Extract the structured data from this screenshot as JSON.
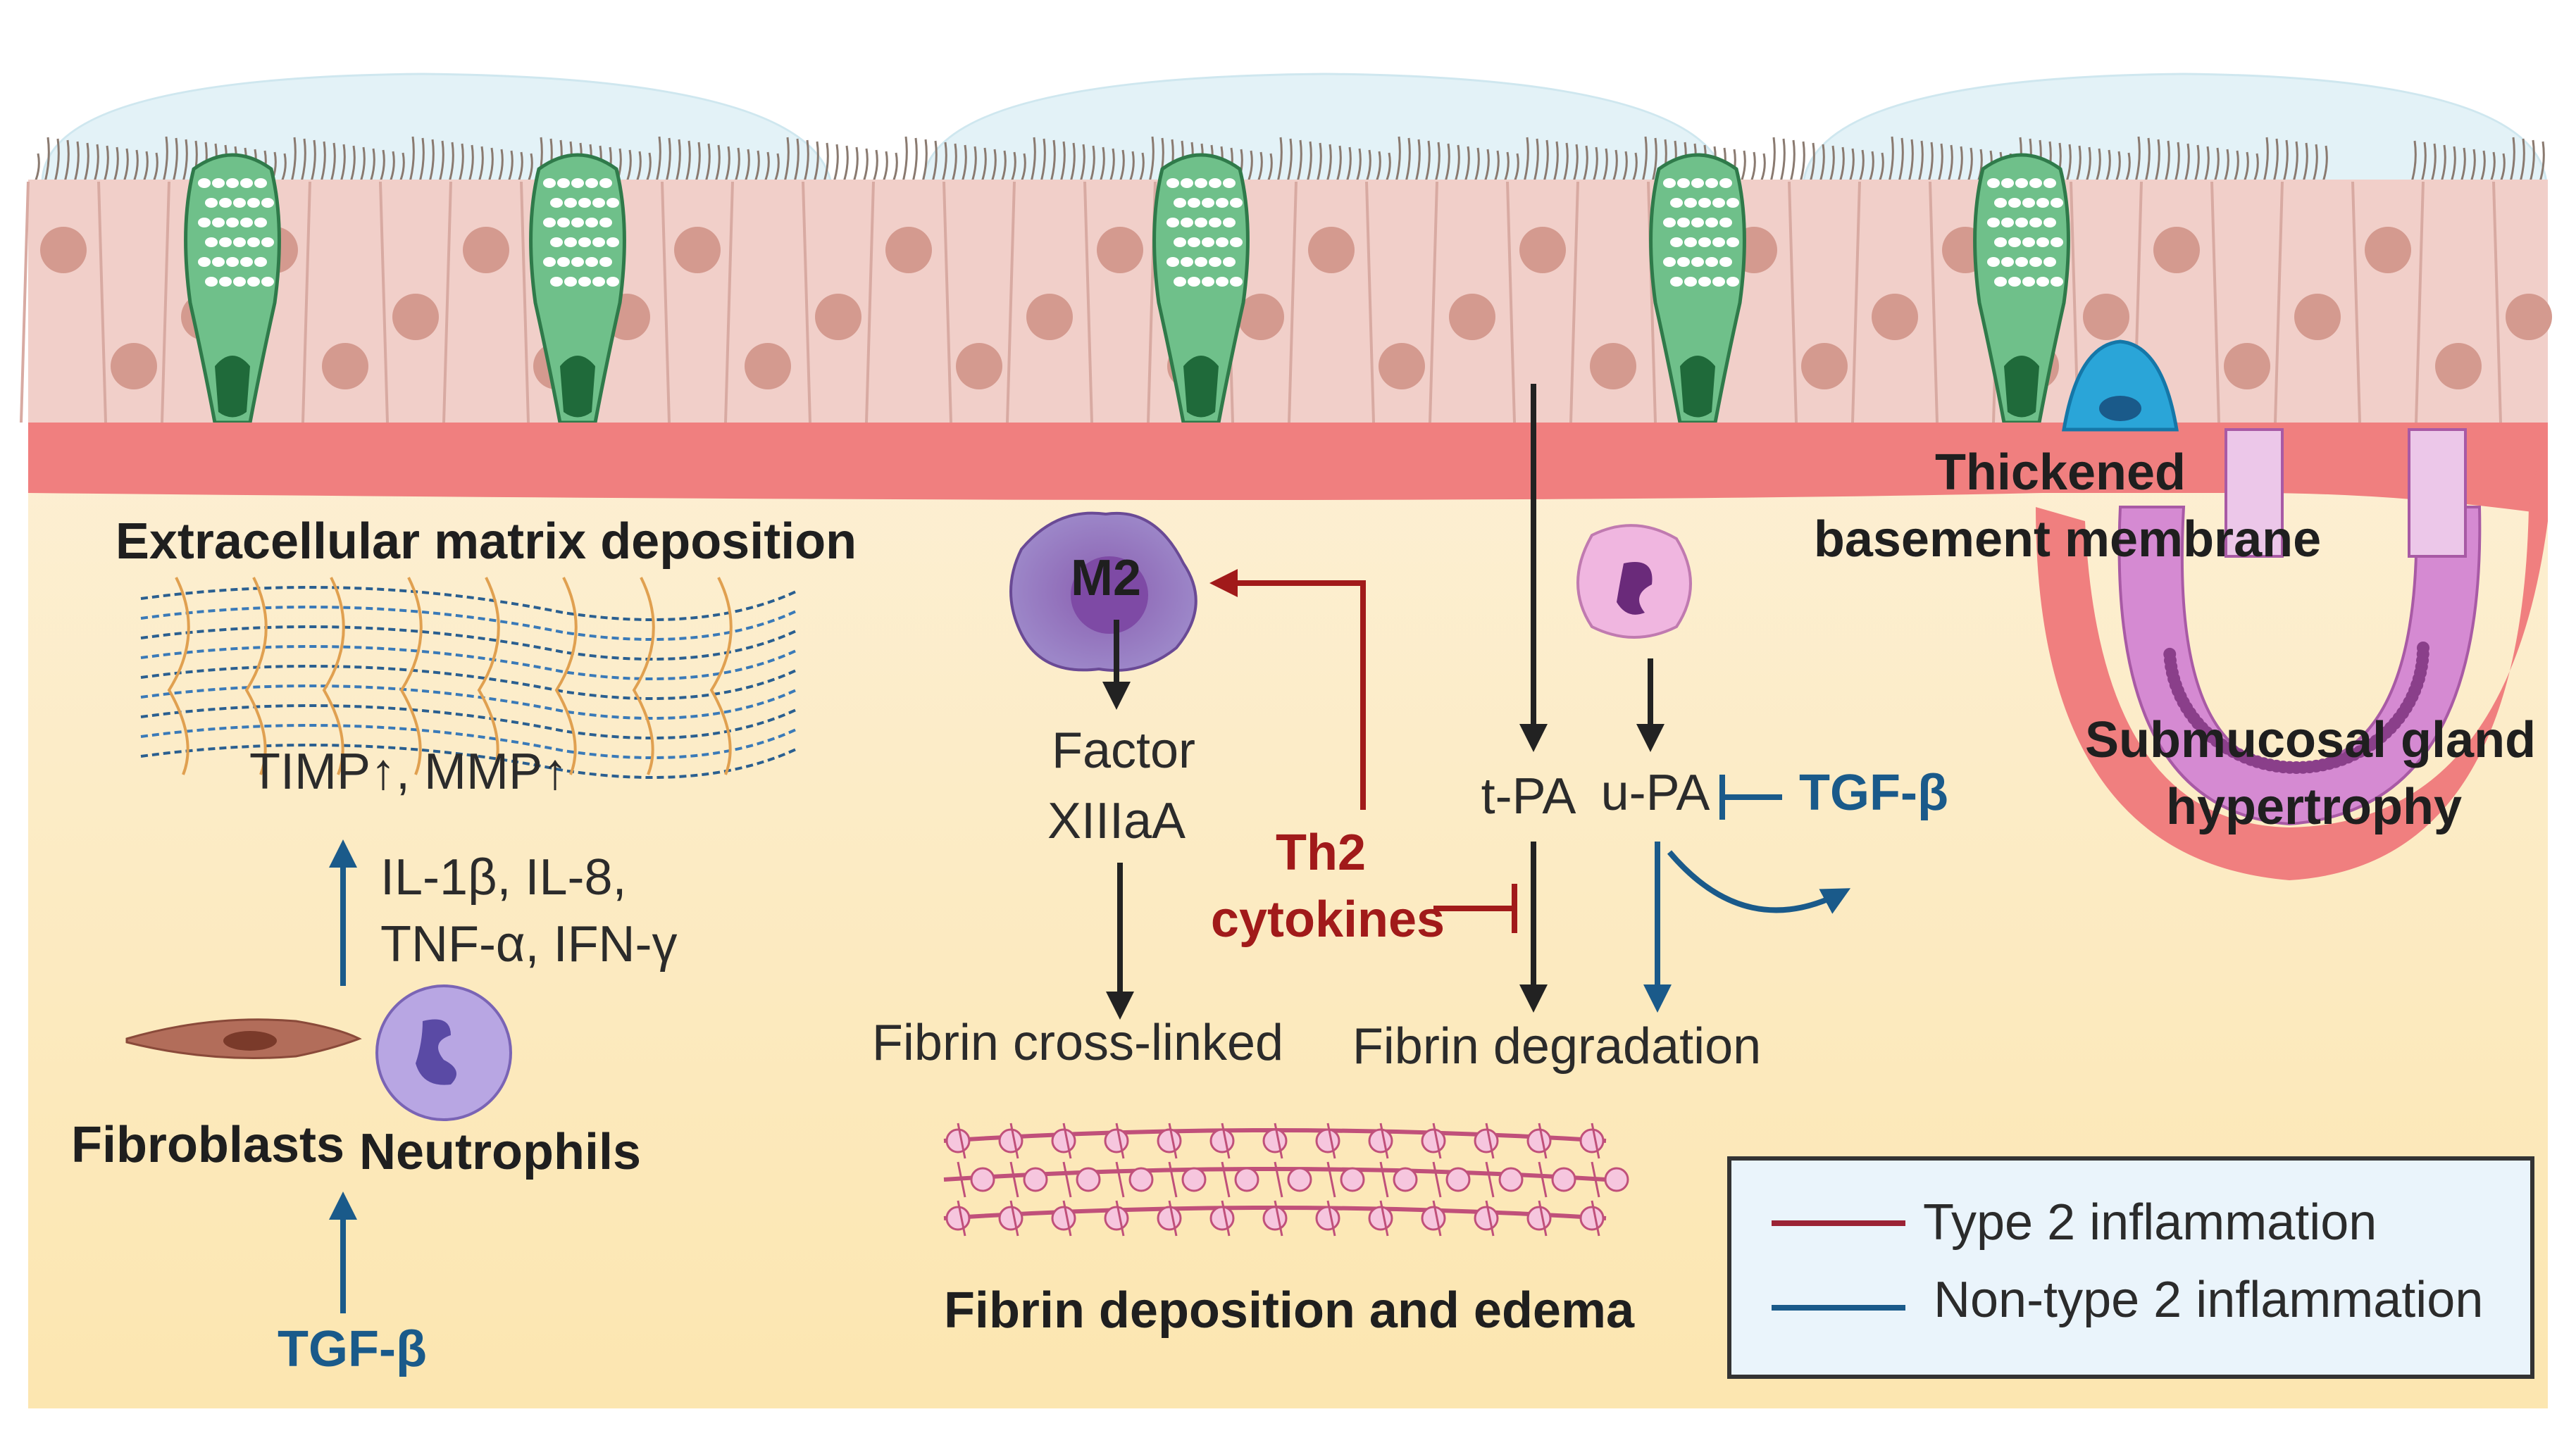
{
  "labels": {
    "ecm_title": "Extracellular matrix deposition",
    "timp_mmp": "TIMP↑, MMP↑",
    "cytokines_line1": "IL-1β, IL-8,",
    "cytokines_line2": "TNF-α, IFN-γ",
    "fibroblasts": "Fibroblasts",
    "neutrophils": "Neutrophils",
    "tgf_beta_left": "TGF-β",
    "m2": "M2",
    "factor_line1": "Factor",
    "factor_line2": "XIIIaA",
    "fibrin_crosslinked": "Fibrin cross-linked",
    "th2_line1": "Th2",
    "th2_line2": "cytokines",
    "tpa": "t-PA",
    "upa": "u-PA",
    "tgf_beta_right": "TGF-β",
    "fibrin_degradation": "Fibrin degradation",
    "fibrin_deposition": "Fibrin deposition and edema",
    "thickened_line1": "Thickened",
    "thickened_line2": "basement membrane",
    "gland_line1": "Submucosal gland",
    "gland_line2": "hypertrophy"
  },
  "legend": {
    "items": [
      {
        "label": "Type 2 inflammation",
        "color": "#9b2335"
      },
      {
        "label": "Non-type 2 inflammation",
        "color": "#1a5a8a"
      }
    ]
  },
  "colors": {
    "type2_arrow": "#a11a1a",
    "nontype2_arrow": "#1a5a8a",
    "basement_membrane": "#f07f7f",
    "epithelium": "#f1cfc9",
    "goblet_cell": "#3a9a5a",
    "background": "#fdf0d6"
  }
}
